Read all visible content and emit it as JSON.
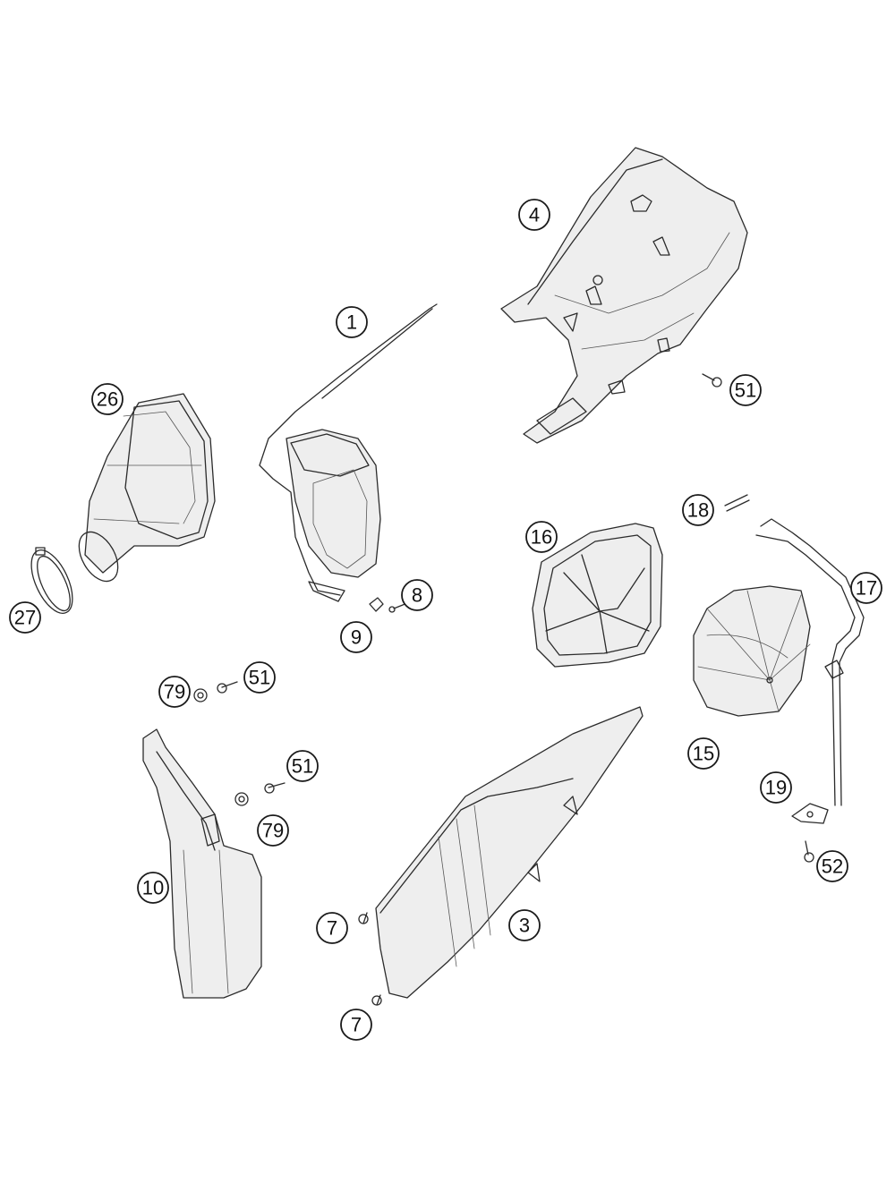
{
  "parts": [
    {
      "id": "p1",
      "label": "1",
      "name": "part-1-airbox-frame"
    },
    {
      "id": "p3",
      "label": "3",
      "name": "part-3-side-cover"
    },
    {
      "id": "p4",
      "label": "4",
      "name": "part-4-airbox"
    },
    {
      "id": "p7a",
      "label": "7",
      "name": "part-7-screw-upper"
    },
    {
      "id": "p7b",
      "label": "7",
      "name": "part-7-screw-lower"
    },
    {
      "id": "p8",
      "label": "8",
      "name": "part-8-screw"
    },
    {
      "id": "p9",
      "label": "9",
      "name": "part-9-clip"
    },
    {
      "id": "p10",
      "label": "10",
      "name": "part-10-mudguard"
    },
    {
      "id": "p15",
      "label": "15",
      "name": "part-15-air-filter"
    },
    {
      "id": "p16",
      "label": "16",
      "name": "part-16-filter-cage"
    },
    {
      "id": "p17",
      "label": "17",
      "name": "part-17-filter-retainer"
    },
    {
      "id": "p18",
      "label": "18",
      "name": "part-18-pin"
    },
    {
      "id": "p19",
      "label": "19",
      "name": "part-19-bracket"
    },
    {
      "id": "p26",
      "label": "26",
      "name": "part-26-intake-boot"
    },
    {
      "id": "p27",
      "label": "27",
      "name": "part-27-hose-clamp"
    },
    {
      "id": "p51a",
      "label": "51",
      "name": "part-51-screw-top"
    },
    {
      "id": "p51b",
      "label": "51",
      "name": "part-51-screw-left-upper"
    },
    {
      "id": "p51c",
      "label": "51",
      "name": "part-51-screw-left-lower"
    },
    {
      "id": "p52",
      "label": "52",
      "name": "part-52-screw"
    },
    {
      "id": "p79a",
      "label": "79",
      "name": "part-79-washer-upper"
    },
    {
      "id": "p79b",
      "label": "79",
      "name": "part-79-washer-lower"
    }
  ]
}
